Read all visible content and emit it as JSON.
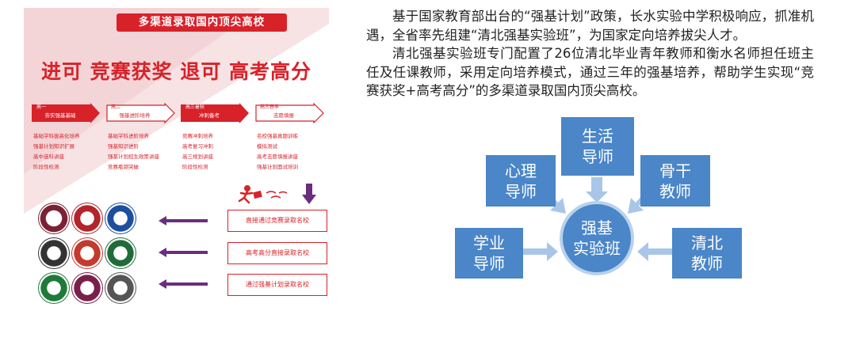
{
  "poster": {
    "banner": "多渠道录取国内顶尖高校",
    "slogan": "进可 竞赛获奖   退可 高考高分",
    "stages": [
      {
        "grade": "高一",
        "title": "夯实强基基础"
      },
      {
        "grade": "高二",
        "title": "强基进阶培养"
      },
      {
        "grade": "高三暑秋",
        "title": "冲刺备考"
      },
      {
        "grade": "高三春季",
        "title": "志愿填报"
      }
    ],
    "stage_items": [
      [
        "基础学科拔高化培养",
        "强基计划知识扩展",
        "高中选科讲座",
        "阶段性检测"
      ],
      [
        "基础学科进阶培养",
        "强基知识进阶",
        "强基计划招生政策讲座",
        "竞赛瓶颈突破"
      ],
      [
        "竞赛冲刺培养",
        "高考复习冲刺",
        "高三规划讲座",
        "阶段性检测"
      ],
      [
        "名校强基真题训练",
        "模拟测试",
        "高考志愿填报讲座",
        "强基计划面试培训"
      ]
    ],
    "routes": [
      "直接通过竞赛录取名校",
      "高考高分直接录取名校",
      "通过强基计划录取名校"
    ],
    "colors": {
      "brand_red": "#d8222a",
      "route_purple": "#6b2d7e"
    }
  },
  "article": {
    "paragraphs": [
      "基于国家教育部出台的“强基计划”政策，长水实验中学积极响应，抓准机遇，全省率先组建“清北强基实验班”，为国家定向培养拔尖人才。",
      "清北强基实验班专门配置了26位清北毕业青年教师和衡水名师担任班主任及任课教师，采用定向培养模式，通过三年的强基培养，帮助学生实现“竞赛获奖+高考高分”的多渠道录取国内顶尖高校。"
    ]
  },
  "diagram": {
    "center": [
      "强基",
      "实验班"
    ],
    "nodes": {
      "life": [
        "生活",
        "导师"
      ],
      "psych": [
        "心理",
        "导师"
      ],
      "core": [
        "骨干",
        "教师"
      ],
      "academic": [
        "学业",
        "导师"
      ],
      "tsinghua": [
        "清北",
        "教师"
      ]
    },
    "colors": {
      "node_blue": "#4a86c8",
      "arrow_light_blue": "#a9c6e8"
    }
  }
}
